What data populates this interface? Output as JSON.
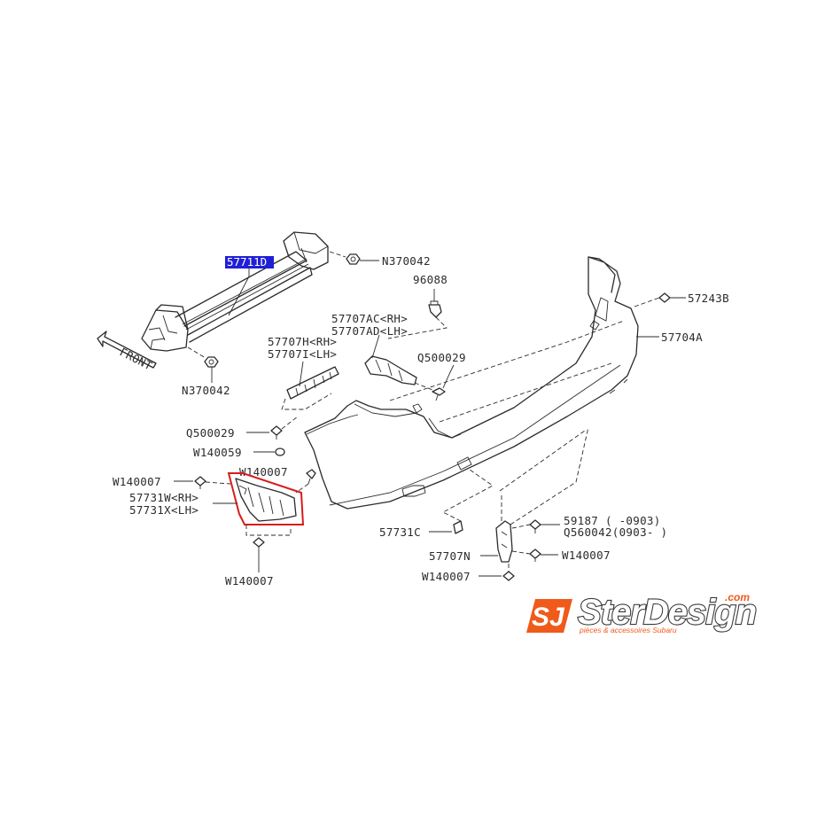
{
  "labels": {
    "p57711D": "57711D",
    "n370042_top": "N370042",
    "n370042_bottom": "N370042",
    "front": "FRONT",
    "p96088": "96088",
    "p57243B": "57243B",
    "p57707AC": "57707AC<RH>",
    "p57707AD": "57707AD<LH>",
    "p57704A": "57704A",
    "p57707H": "57707H<RH>",
    "p57707I": "57707I<LH>",
    "q500029_right": "Q500029",
    "q500029_left": "Q500029",
    "w140059": "W140059",
    "w140007_upper": "W140007",
    "w140007_left": "W140007",
    "p57731W": "57731W<RH>",
    "p57731X": "57731X<LH>",
    "w140007_bottom": "W140007",
    "p57731C": "57731C",
    "p59187": "59187   (   -0903)",
    "q560042": "Q560042(0903-   )",
    "p57707N": "57707N",
    "w140007_bracket": "W140007",
    "w140007_lower": "W140007"
  },
  "logo": {
    "mark": "SJ",
    "wordmark": "SterDesign",
    "domain": ".com",
    "tagline": "pièces & accessoires Subaru"
  },
  "colors": {
    "highlight_fill": "#1f1fd6",
    "highlight_outline": "#d91c1c",
    "logo_orange": "#f05a1a",
    "line": "#2b2b2b"
  }
}
